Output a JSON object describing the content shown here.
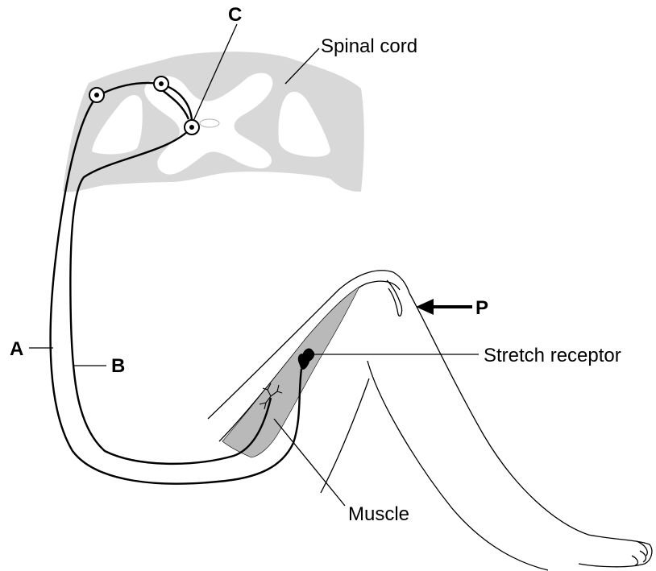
{
  "labels": {
    "spinal_cord": "Spinal cord",
    "stretch_receptor": "Stretch receptor",
    "muscle": "Muscle",
    "a": "A",
    "b": "B",
    "c": "C",
    "p": "P"
  },
  "colors": {
    "cord_grey": "#d8d8d8",
    "muscle_grey": "#b9b9b9",
    "line": "#000000",
    "background": "#ffffff"
  }
}
